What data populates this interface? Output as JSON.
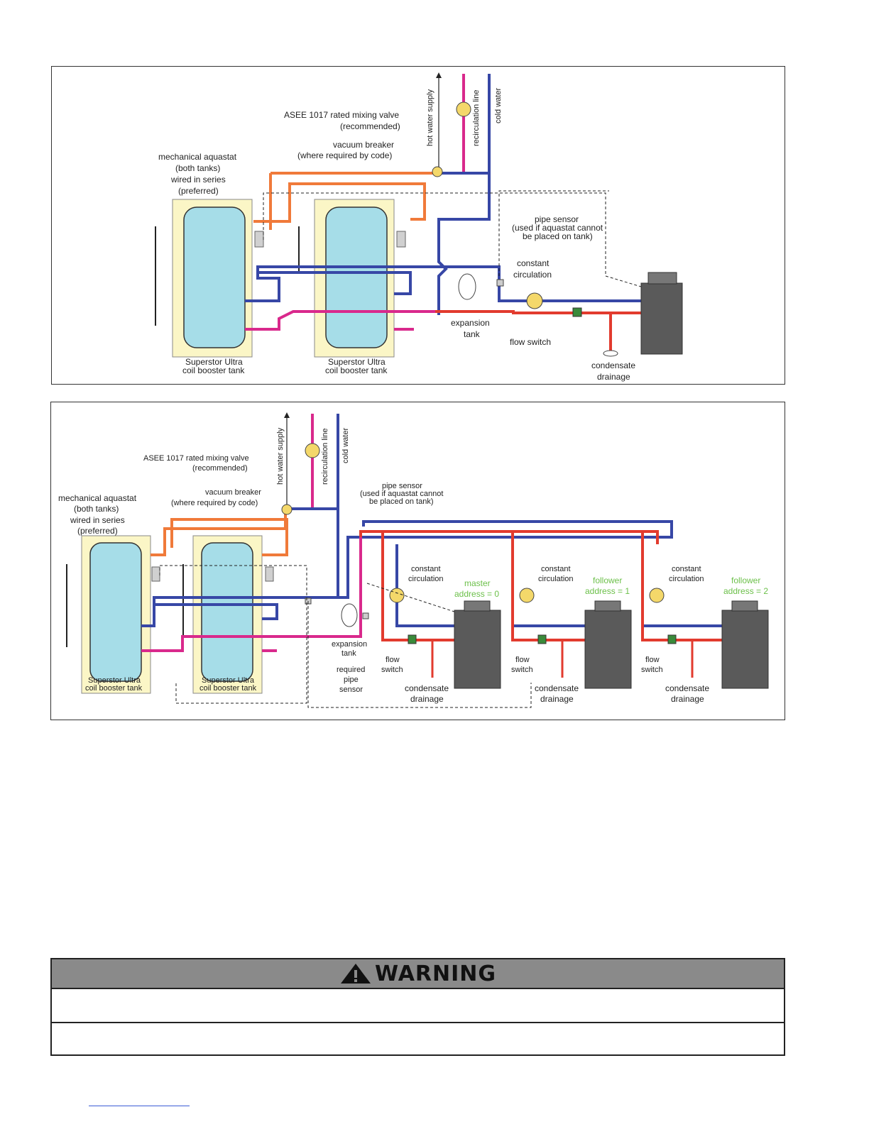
{
  "diagram1": {
    "labels": {
      "hot_water_supply": "hot water supply",
      "recirculation_line": "recirculation line",
      "cold_water": "cold water",
      "mixing_valve_1": "ASEE 1017 rated mixing valve",
      "mixing_valve_2": "(recommended)",
      "vacuum_breaker_1": "vacuum breaker",
      "vacuum_breaker_2": "(where required by code)",
      "aquastat_1": "mechanical aquastat",
      "aquastat_2": "(both tanks)",
      "aquastat_3": "wired in series",
      "aquastat_4": "(preferred)",
      "pipe_sensor_1": "pipe sensor",
      "pipe_sensor_2": "(used if aquastat cannot",
      "pipe_sensor_3": "be placed on tank)",
      "constant_1": "constant",
      "constant_2": "circulation",
      "expansion_1": "expansion",
      "expansion_2": "tank",
      "flow_switch": "flow switch",
      "condensate_1": "condensate",
      "condensate_2": "drainage",
      "tank_a_1": "Superstor Ultra",
      "tank_a_2": "coil booster tank",
      "tank_b_1": "Superstor Ultra",
      "tank_b_2": "coil booster tank"
    }
  },
  "diagram2": {
    "labels": {
      "hot_water_supply": "hot water supply",
      "recirculation_line": "recirculation line",
      "cold_water": "cold water",
      "mixing_valve_1": "ASEE 1017 rated mixing valve",
      "mixing_valve_2": "(recommended)",
      "vacuum_breaker_1": "vacuum breaker",
      "vacuum_breaker_2": "(where required by code)",
      "aquastat_1": "mechanical aquastat",
      "aquastat_2": "(both tanks)",
      "aquastat_3": "wired in series",
      "aquastat_4": "(preferred)",
      "pipe_sensor_1": "pipe sensor",
      "pipe_sensor_2": "(used if aquastat cannot",
      "pipe_sensor_3": "be placed on tank)",
      "expansion_1": "expansion",
      "expansion_2": "tank",
      "required_1": "required",
      "required_2": "pipe",
      "required_3": "sensor",
      "tank_a_1": "Superstor Ultra",
      "tank_a_2": "coil booster tank",
      "tank_b_1": "Superstor Ultra",
      "tank_b_2": "coil booster tank",
      "constant_1": "constant",
      "constant_2": "circulation",
      "master_1": "master",
      "master_2": "address = 0",
      "follower1_1": "follower",
      "follower1_2": "address = 1",
      "follower2_1": "follower",
      "follower2_2": "address = 2",
      "flow_1": "flow",
      "flow_2": "switch",
      "condensate_1": "condensate",
      "condensate_2": "drainage"
    }
  },
  "warning": {
    "title": "WARNING"
  },
  "colors": {
    "hot": "#e23b2e",
    "hot_supply": "#d9298c",
    "cold": "#3747a6",
    "orange": "#f07a3a",
    "tank_fill": "#a6dde8",
    "tank_jacket": "#fbf6c6",
    "boiler": "#5a5a5a",
    "valve": "#f4d86a",
    "label_green": "#6cc04a"
  }
}
